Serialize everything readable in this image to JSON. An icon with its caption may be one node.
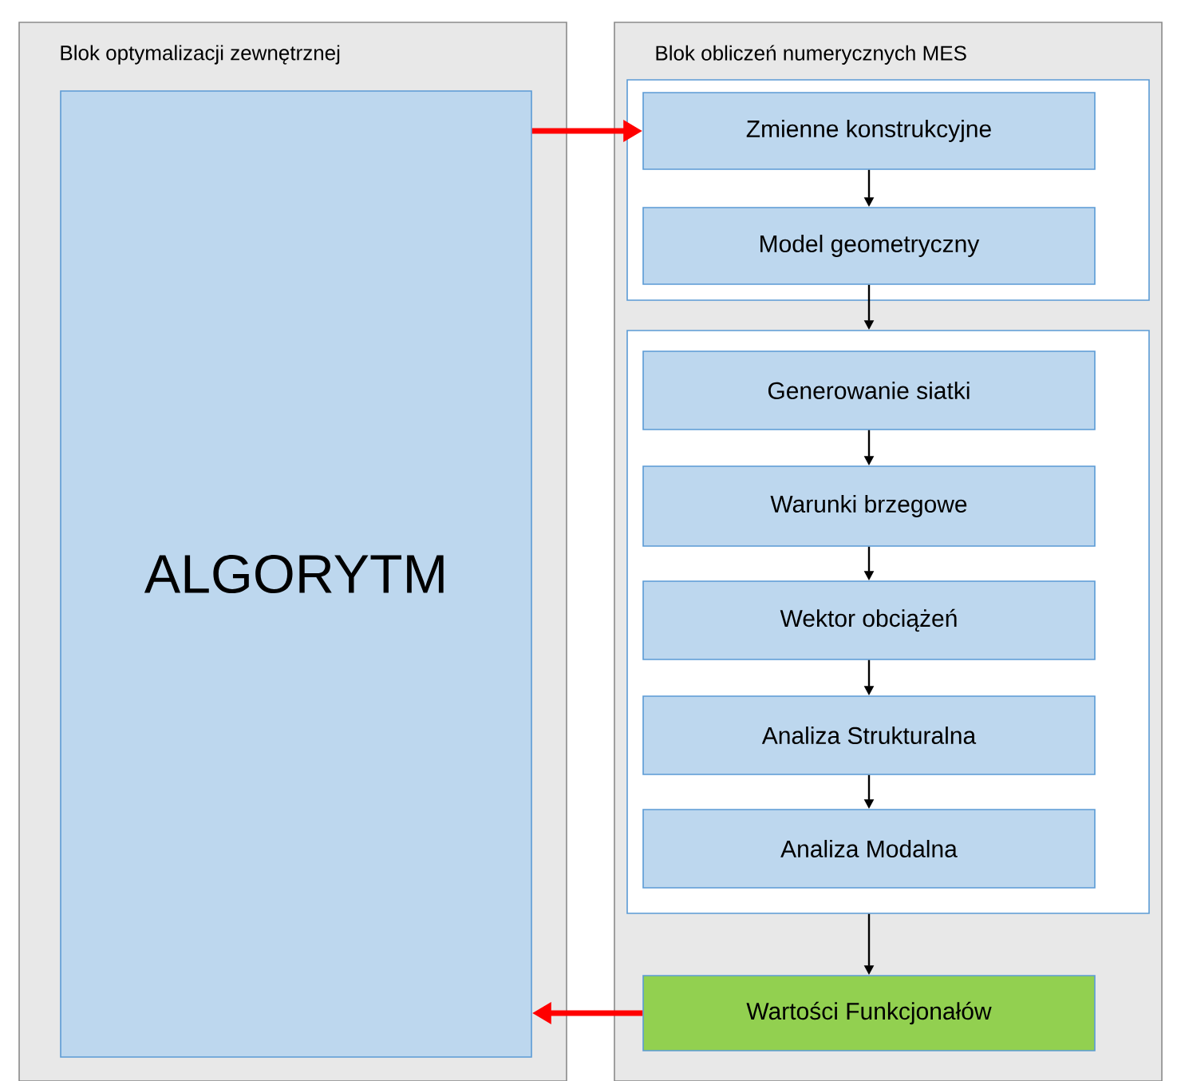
{
  "diagram": {
    "nodes": [
      {
        "text": [
          "Blok optymalizacji zewnętrznej"
        ]
      },
      {
        "text": [
          "ALGORYTM"
        ],
        "in": 0
      },
      {
        "text": [
          "Blok obliczeń numerycznych MES"
        ]
      },
      {
        "text": [],
        "shape": "box",
        "in": 2
      },
      {
        "text": [
          "Zmienne konstrukcyjne"
        ],
        "in": 3
      },
      {
        "text": [
          "Model geometryczny"
        ],
        "in": 3
      },
      {
        "text": [],
        "shape": "box",
        "in": 2
      },
      {
        "text": [
          "Generowanie siatki"
        ],
        "in": 6
      },
      {
        "text": [
          "Warunki brzegowe"
        ],
        "in": 6
      },
      {
        "text": [
          "Wektor obciążeń"
        ],
        "in": 6
      },
      {
        "text": [
          "Analiza Strukturalna"
        ],
        "in": 6
      },
      {
        "text": [
          "Analiza Modalna"
        ],
        "in": 6
      },
      {
        "text": [
          "Wartości Funkcjonałów"
        ],
        "in": 2
      }
    ],
    "edges": [
      {
        "from": 1,
        "to": 4,
        "arrow": "to",
        "style": "thick",
        "color": "#ff0000"
      },
      {
        "from": 4,
        "to": 5,
        "arrow": "to"
      },
      {
        "from": 5,
        "to": 6,
        "arrow": "to"
      },
      {
        "from": 7,
        "to": 8,
        "arrow": "to"
      },
      {
        "from": 8,
        "to": 9,
        "arrow": "to"
      },
      {
        "from": 9,
        "to": 10,
        "arrow": "to"
      },
      {
        "from": 10,
        "to": 11,
        "arrow": "to"
      },
      {
        "from": 6,
        "to": 12,
        "arrow": "to"
      },
      {
        "from": 12,
        "to": 1,
        "arrow": "to",
        "style": "thick",
        "color": "#ff0000"
      }
    ]
  }
}
